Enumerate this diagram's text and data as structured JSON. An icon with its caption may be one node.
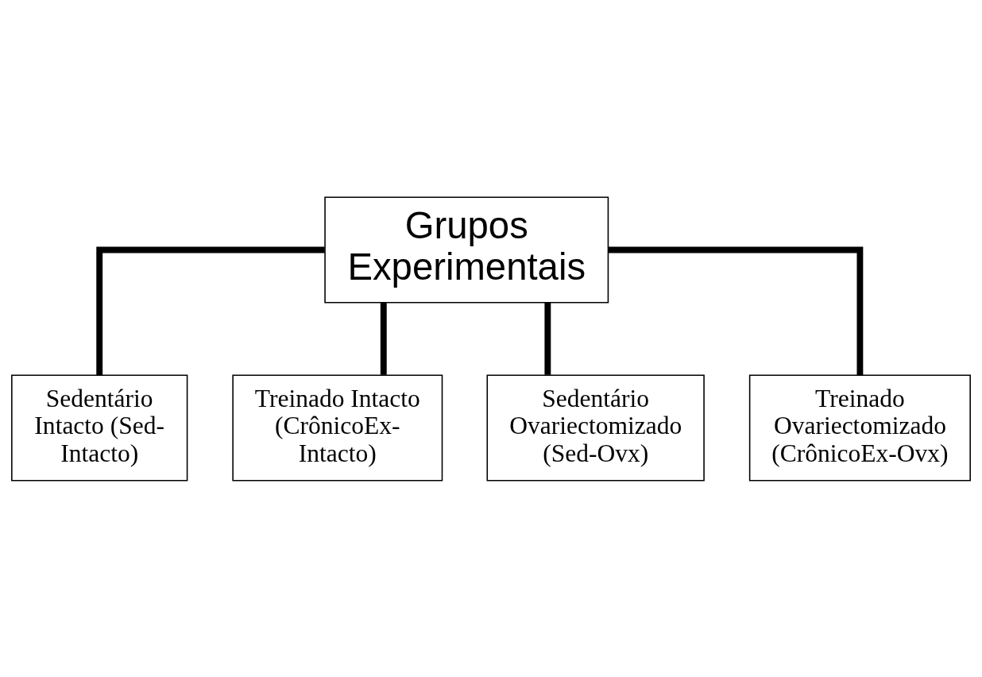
{
  "diagram": {
    "nodes": [
      {
        "text": [
          "Grupos Experimentais"
        ]
      },
      {
        "text": [
          "Sedentário Intacto (Sed-Intacto)"
        ]
      },
      {
        "text": [
          "Treinado Intacto (CrônicoEx-Intacto)"
        ]
      },
      {
        "text": [
          "Sedentário Ovariectomizado (Sed-Ovx)"
        ]
      },
      {
        "text": [
          "Treinado Ovariectomizado (CrônicoEx-Ovx)"
        ]
      }
    ],
    "edges": [
      {
        "from": 0,
        "to": 1,
        "arrow": "none"
      },
      {
        "from": 0,
        "to": 3,
        "arrow": "none"
      },
      {
        "from": 0,
        "to": 2,
        "arrow": "none"
      },
      {
        "from": 0,
        "to": 4,
        "arrow": "none"
      }
    ]
  }
}
